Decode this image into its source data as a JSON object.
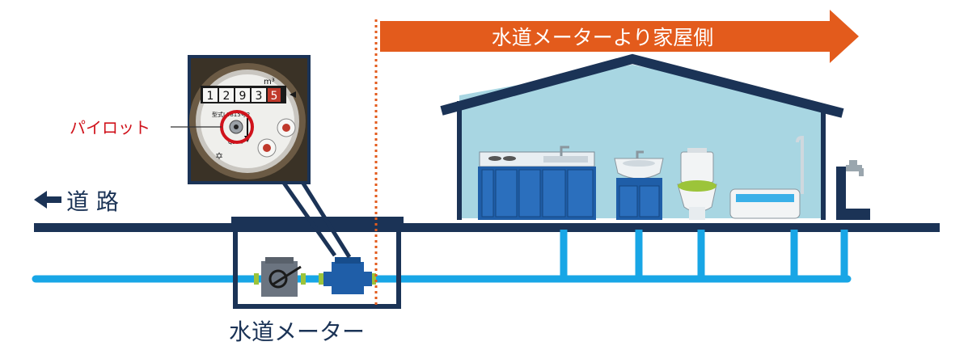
{
  "labels": {
    "road": "道 路",
    "meter": "水道メーター",
    "pilot": "パイロット",
    "house_side": "水道メーターより家屋側"
  },
  "dial": {
    "unit": "m³",
    "digits": [
      "1",
      "2",
      "9",
      "3",
      "5"
    ],
    "model_text": "型式",
    "serial_text": "L0815号2",
    "q_text": "Q₃=4"
  },
  "colors": {
    "navy": "#1b3356",
    "pipe_blue": "#18a6e6",
    "house_fill": "#a8d6e2",
    "arrow_orange": "#e35b1c",
    "pilot_red": "#d0121b",
    "fixture_blue": "#1f5ea8",
    "joint_green": "#9cc43a"
  },
  "icons": [
    "left-arrow-icon",
    "kitchen-sink-icon",
    "washbasin-icon",
    "toilet-icon",
    "bathtub-icon",
    "outdoor-faucet-icon",
    "gate-valve-icon",
    "water-meter-icon"
  ]
}
